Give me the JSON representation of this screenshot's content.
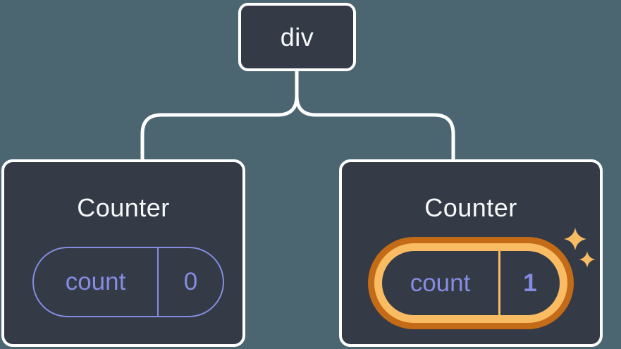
{
  "diagram": {
    "description": "Component tree: a div root with two Counter children; the second Counter's state was updated",
    "root_node": {
      "label": "div"
    },
    "children": [
      {
        "title": "Counter",
        "state_pill": {
          "key": "count",
          "value": "0",
          "highlighted": false
        }
      },
      {
        "title": "Counter",
        "state_pill": {
          "key": "count",
          "value": "1",
          "highlighted": true
        }
      }
    ],
    "icons": {
      "sparkles": "sparkles-icon (two four-pointed stars marking updated state)"
    }
  },
  "colors": {
    "background": "#4C6671",
    "node_fill": "#343B47",
    "node_border": "#FFFFFF",
    "connector": "#FFFFFF",
    "title_text": "#F7F8F9",
    "state_purple": "#858CE1",
    "highlight_outer": "#C46B17",
    "highlight_inner": "#F9BC62",
    "sparkle": "#F8BC63"
  }
}
